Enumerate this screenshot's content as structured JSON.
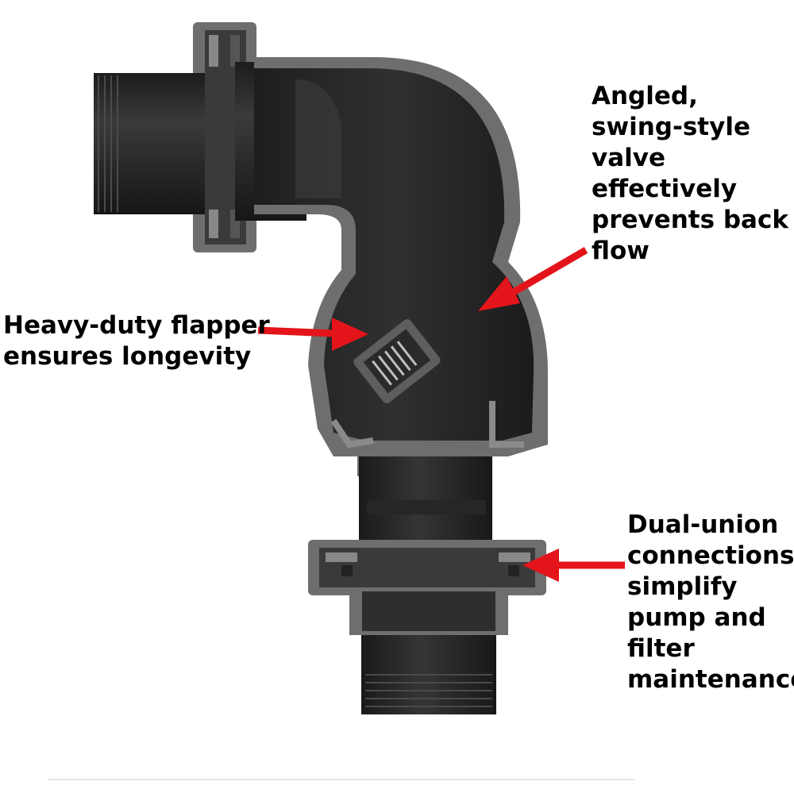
{
  "callouts": {
    "angled_valve": [
      "Angled,",
      "swing-style",
      "valve",
      "effectively",
      "prevents back",
      "flow"
    ],
    "flapper": [
      "Heavy-duty flapper",
      "ensures longevity"
    ],
    "dual_union": [
      "Dual-union",
      "connections",
      "simplify",
      "pump and",
      "filter",
      "maintenance"
    ]
  },
  "colors": {
    "pipe_body": "#2b2b2b",
    "pipe_dark": "#1a1a1a",
    "wall_section": "#6e6e6e",
    "arrow": "#e3141a",
    "text": "#000000",
    "background": "#ffffff"
  }
}
